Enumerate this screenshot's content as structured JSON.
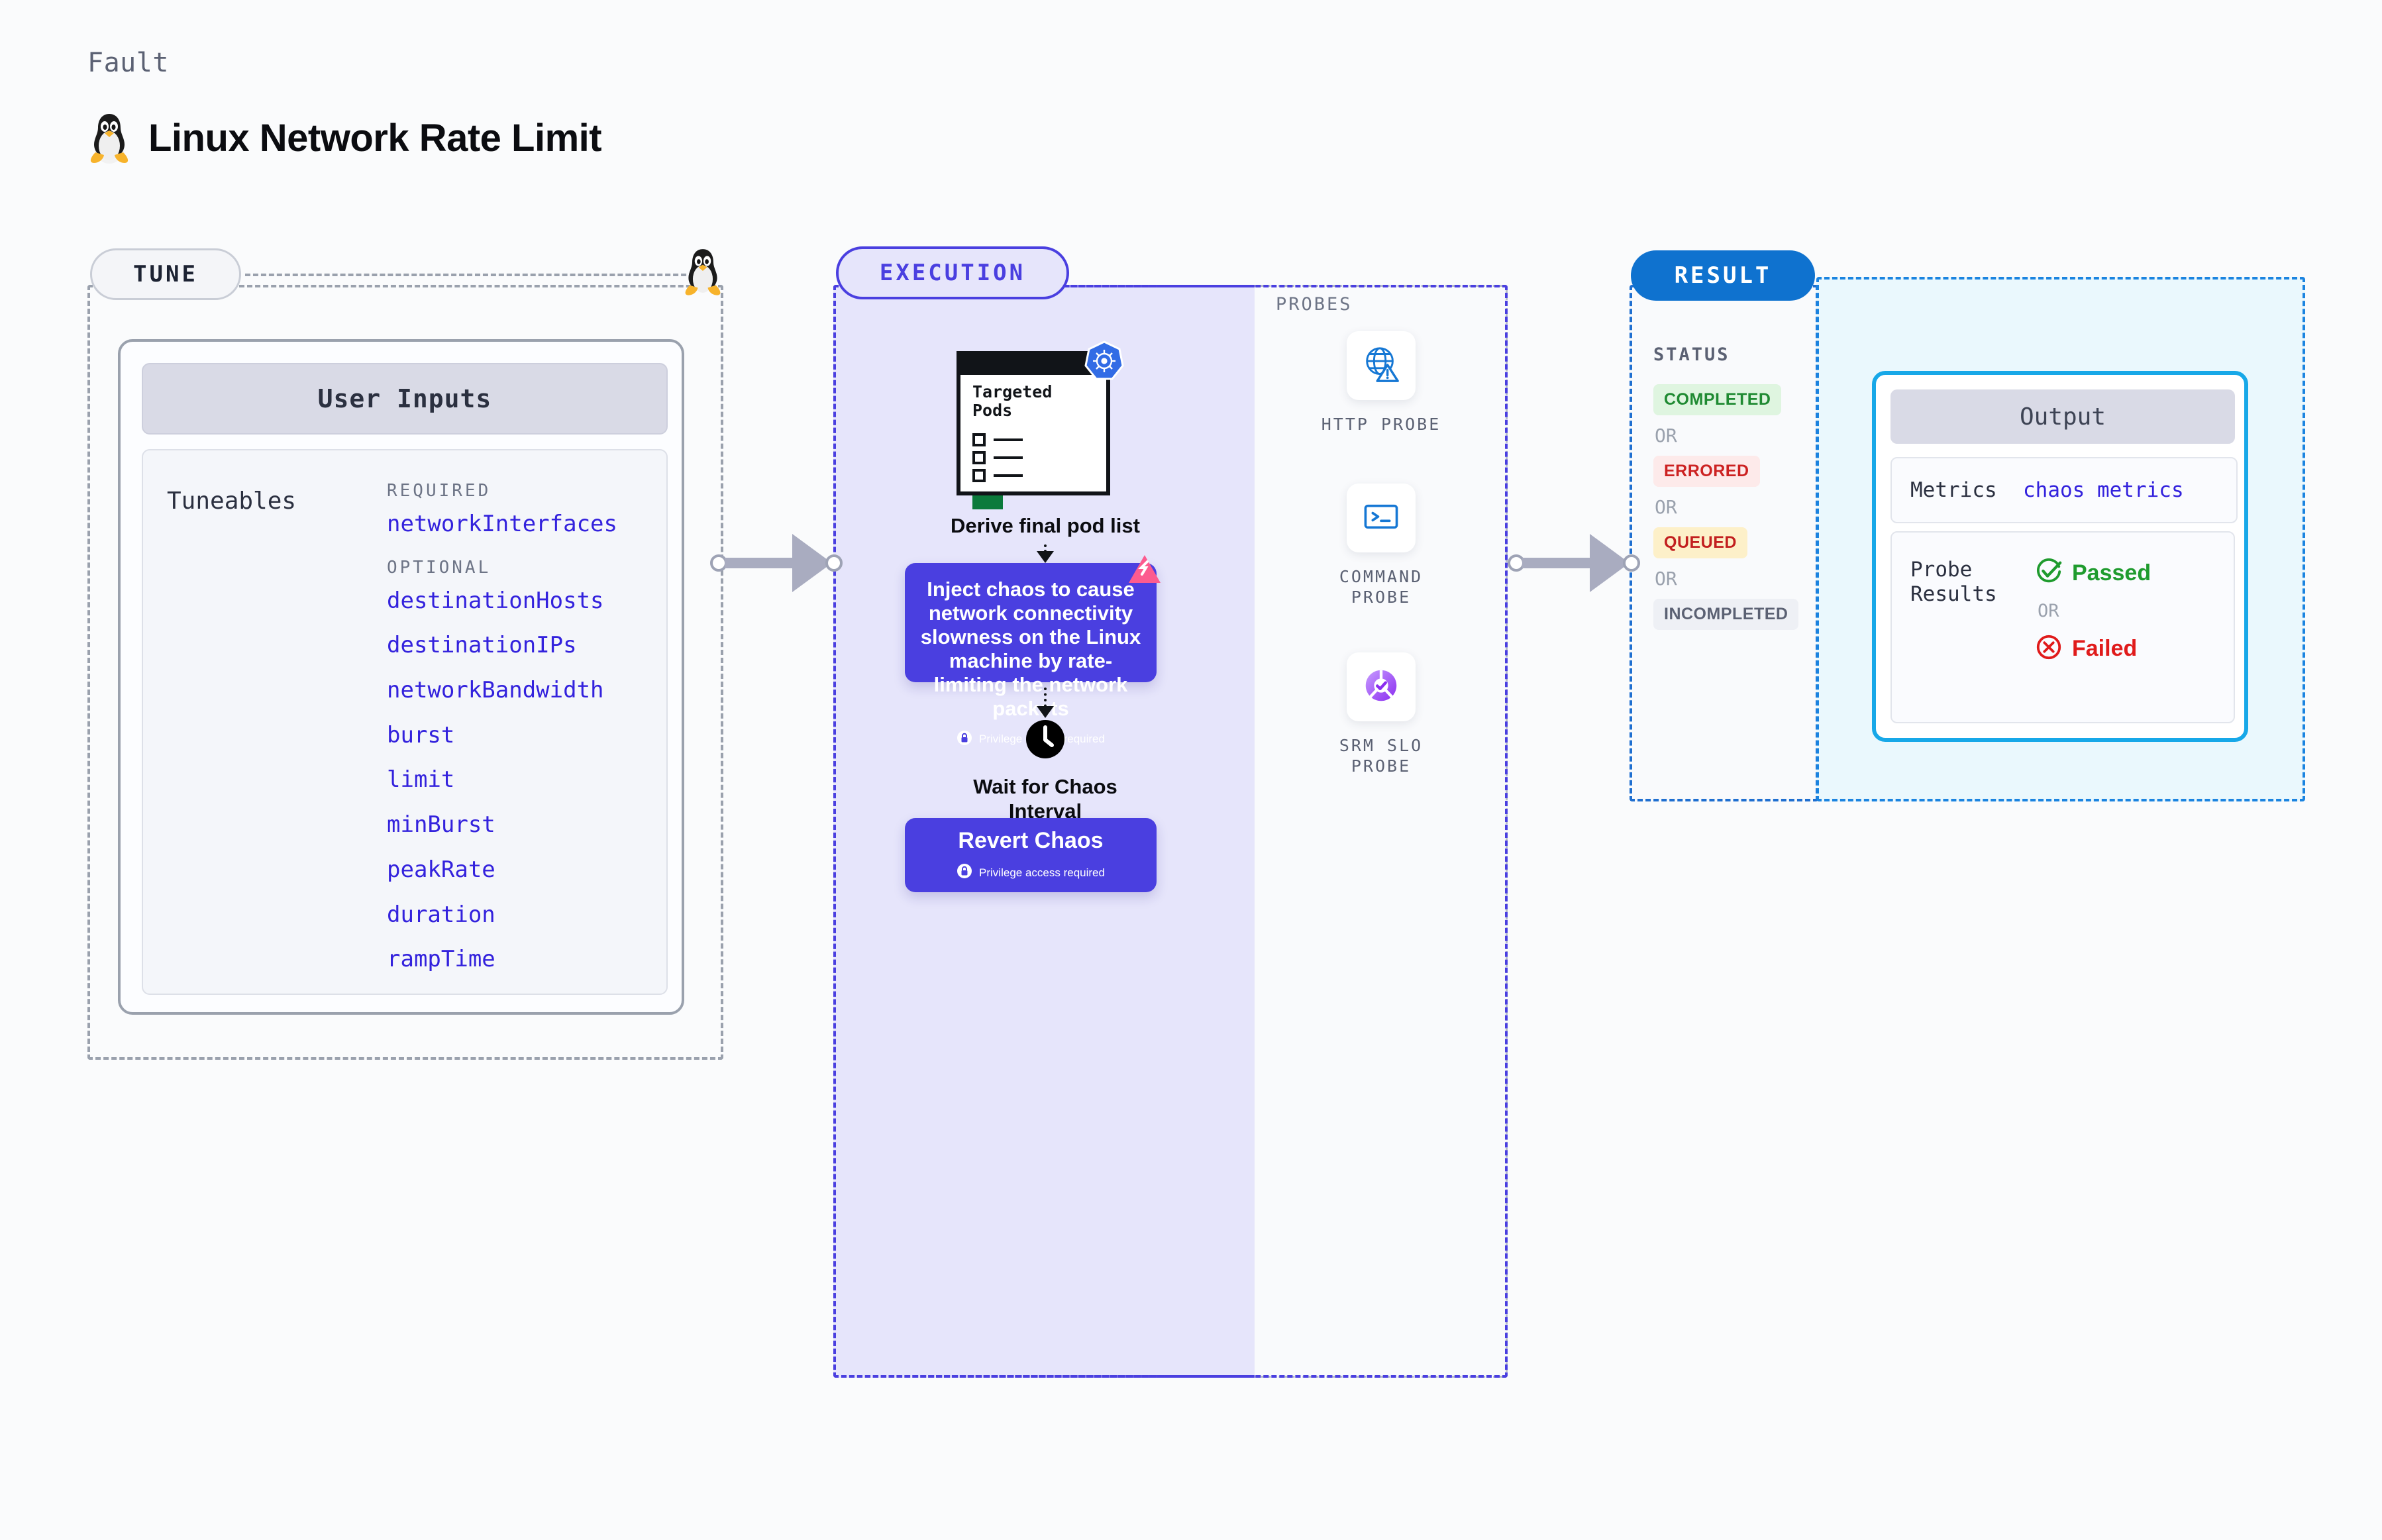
{
  "header": {
    "kicker": "Fault",
    "title": "Linux Network Rate Limit",
    "icon": "linux-penguin-icon"
  },
  "sections": {
    "tune": {
      "pill_label": "TUNE"
    },
    "execution": {
      "pill_label": "EXECUTION"
    },
    "probes": {
      "label": "PROBES"
    },
    "result": {
      "pill_label": "RESULT"
    }
  },
  "tune": {
    "card_title": "User Inputs",
    "tuneables_label": "Tuneables",
    "groups": [
      {
        "label": "REQUIRED",
        "items": [
          "networkInterfaces"
        ]
      },
      {
        "label": "OPTIONAL",
        "items": [
          "destinationHosts",
          "destinationIPs",
          "networkBandwidth",
          "burst",
          "limit",
          "minBurst",
          "peakRate",
          "duration",
          "rampTime"
        ]
      }
    ]
  },
  "execution": {
    "pods_card": {
      "title_line1": "Targeted",
      "title_line2": "Pods",
      "badge_icon": "kubernetes-icon"
    },
    "derive_caption": "Derive final pod list",
    "inject": {
      "text": "Inject chaos to cause network connectivity slowness on the Linux machine by rate-limiting the network packets",
      "privilege_note": "Privilege access required",
      "badge_icon": "litmus-chaos-icon",
      "lock_icon": "lock-icon"
    },
    "wait": {
      "icon": "clock-icon",
      "caption_line1": "Wait for Chaos",
      "caption_line2": "Interval"
    },
    "revert": {
      "title": "Revert Chaos",
      "privilege_note": "Privilege access required",
      "lock_icon": "lock-icon"
    }
  },
  "probes": [
    {
      "name_line1": "HTTP",
      "name_line2": "PROBE",
      "icon": "http-globe-warning-icon"
    },
    {
      "name_line1": "COMMAND",
      "name_line2": "PROBE",
      "icon": "terminal-prompt-icon"
    },
    {
      "name_line1": "SRM SLO",
      "name_line2": "PROBE",
      "icon": "srm-slo-donut-check-icon"
    }
  ],
  "result": {
    "status_label": "STATUS",
    "or_label": "OR",
    "statuses": [
      {
        "label": "COMPLETED",
        "color": "#1f8a32",
        "bg": "#dff5e0"
      },
      {
        "label": "ERRORED",
        "color": "#cc2222",
        "bg": "#fdeaea"
      },
      {
        "label": "QUEUED",
        "color": "#c21f1f",
        "bg": "#fdf0c9"
      },
      {
        "label": "INCOMPLETED",
        "color": "#5b6173",
        "bg": "#eef0f5"
      }
    ]
  },
  "output": {
    "card_title": "Output",
    "metrics_key": "Metrics",
    "metrics_value": "chaos metrics",
    "probe_key_line1": "Probe",
    "probe_key_line2": "Results",
    "passed_label": "Passed",
    "failed_label": "Failed",
    "or_label": "OR",
    "passed_icon": "check-circle-icon",
    "failed_icon": "x-circle-icon"
  },
  "colors": {
    "accent_purple": "#4a3fe0",
    "accent_blue": "#0f72cf",
    "output_border": "#17a8e8",
    "link_blue": "#3322dd",
    "muted": "#9aa1ad"
  }
}
